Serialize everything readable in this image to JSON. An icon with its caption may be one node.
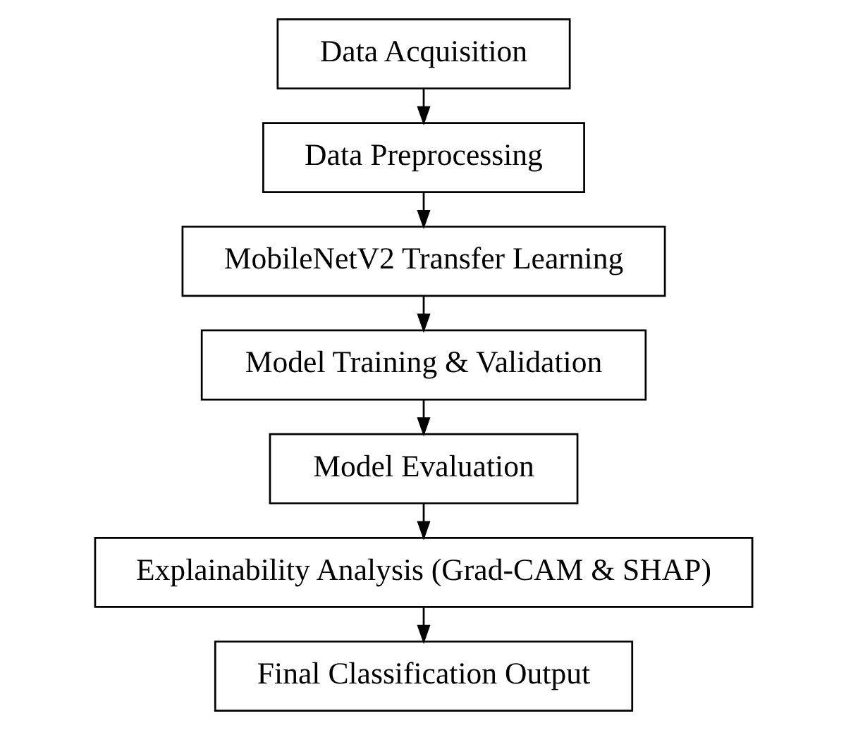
{
  "diagram": {
    "nodes": [
      {
        "text": [
          "Data Acquisition"
        ]
      },
      {
        "text": [
          "Data Preprocessing"
        ]
      },
      {
        "text": [
          "MobileNetV2 Transfer Learning"
        ]
      },
      {
        "text": [
          "Model Training & Validation"
        ]
      },
      {
        "text": [
          "Model Evaluation"
        ]
      },
      {
        "text": [
          "Explainability Analysis (Grad-CAM & SHAP)"
        ]
      },
      {
        "text": [
          "Final Classification Output"
        ]
      }
    ],
    "edges": [
      {
        "from": 0,
        "to": 1,
        "arrow": "to"
      },
      {
        "from": 1,
        "to": 2,
        "arrow": "to"
      },
      {
        "from": 2,
        "to": 3,
        "arrow": "to"
      },
      {
        "from": 3,
        "to": 4,
        "arrow": "to"
      },
      {
        "from": 4,
        "to": 5,
        "arrow": "to"
      },
      {
        "from": 5,
        "to": 6,
        "arrow": "to"
      }
    ]
  }
}
